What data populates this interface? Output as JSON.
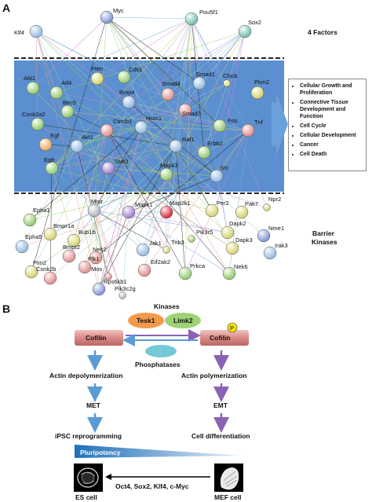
{
  "panel_a": {
    "letter": "A",
    "group_labels": {
      "factors": "4 Factors",
      "barrier": "Barrier",
      "kinases": "Kinases"
    },
    "factor_nodes": [
      "Klf4",
      "Myc",
      "Pou5f1",
      "Sox2"
    ],
    "middle_nodes": [
      "Abl1",
      "Atf4",
      "Pten",
      "Cdk1",
      "Smad1",
      "Clock",
      "Pkm2",
      "Birc5",
      "Bmp4",
      "Smad4",
      "Smad2",
      "Csnk2a2",
      "Ctnnb1",
      "Hras1",
      "Fos",
      "Tnf",
      "Egf",
      "Akt1",
      "Raf1",
      "Erbb2",
      "Egfr",
      "Stat3",
      "Mapk3",
      "Src"
    ],
    "barrier_nodes": [
      "Mtor",
      "Mapk1",
      "Map2k1",
      "Per2",
      "Pak7",
      "Npr2",
      "Epha1",
      "Bmpr1a",
      "Bub1b",
      "Dapk2",
      "Nme1",
      "Epha5",
      "Nek2",
      "Jak1",
      "Trib3",
      "Pik3r5",
      "Dapk3",
      "Irak3",
      "Bmpr2",
      "Plk1",
      "Mos",
      "Pim2",
      "Csnk2b",
      "Rps6kb1",
      "Eif2ak2",
      "Prkca",
      "Nek6",
      "Pik3c2g"
    ],
    "legend": [
      "Cellular Growth and Proliferation",
      "Connective Tissue Development and Function",
      "Cell Cycle",
      "Cellular Development",
      "Cancer",
      "Cell Death"
    ],
    "colors": {
      "blue_band": "#5b8fcf",
      "arrow": "#6aa1dc"
    }
  },
  "panel_b": {
    "letter": "B",
    "kinases_title": "Kinases",
    "kinase_1": "Tesk1",
    "kinase_2": "Limk2",
    "cofilin_left": "Cofilin",
    "cofilin_right": "Cofilin",
    "p_badge": "P",
    "phosphatases": "Phosphatases",
    "left_path": [
      "Actin depolymerization",
      "MET",
      "iPSC reprogramming"
    ],
    "right_path": [
      "Actin polymerization",
      "EMT",
      "Cell differentiation"
    ],
    "pluripotency": "Pluripotency",
    "factors_text": "Oct4, Sox2, Klf4, c-Myc",
    "es_cell": "ES cell",
    "mef_cell": "MEF cell",
    "colors": {
      "cofilin": "#d98a87",
      "tesk1": "#f39a4a",
      "limk2": "#9fd275",
      "phos": "#74c9d6",
      "left_arrow": "#5b9bd5",
      "right_arrow": "#8a63b4",
      "badge": "#f2e000"
    }
  }
}
